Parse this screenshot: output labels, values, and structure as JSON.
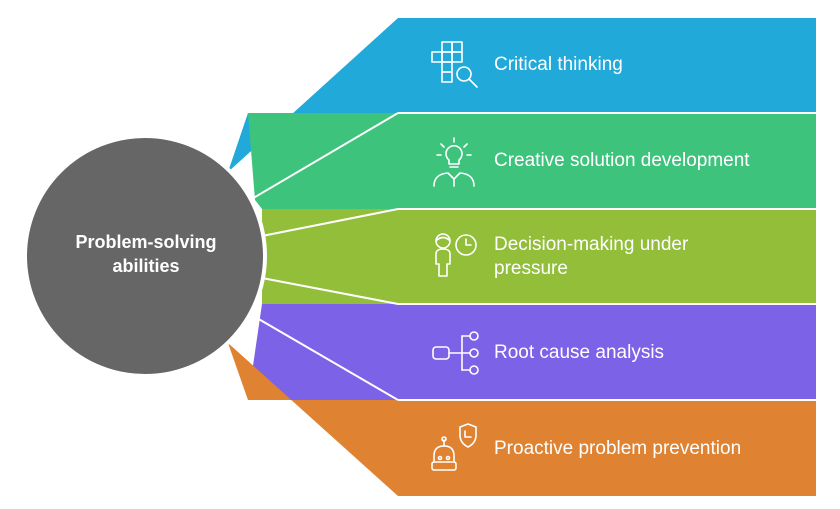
{
  "center": {
    "label_line1": "Problem-solving",
    "label_line2": "abilities",
    "color": "#666666"
  },
  "branches": [
    {
      "label_line1": "Critical thinking",
      "label_line2": "",
      "icon": "puzzle-search-icon",
      "color": "#21a9d9"
    },
    {
      "label_line1": "Creative solution development",
      "label_line2": "",
      "icon": "lightbulb-person-icon",
      "color": "#3ec37c"
    },
    {
      "label_line1": "Decision-making under",
      "label_line2": "pressure",
      "icon": "person-clock-icon",
      "color": "#92be3a"
    },
    {
      "label_line1": "Root cause analysis",
      "label_line2": "",
      "icon": "branch-tree-icon",
      "color": "#7b62e6"
    },
    {
      "label_line1": "Proactive problem prevention",
      "label_line2": "",
      "icon": "shield-robot-icon",
      "color": "#df8231"
    }
  ]
}
